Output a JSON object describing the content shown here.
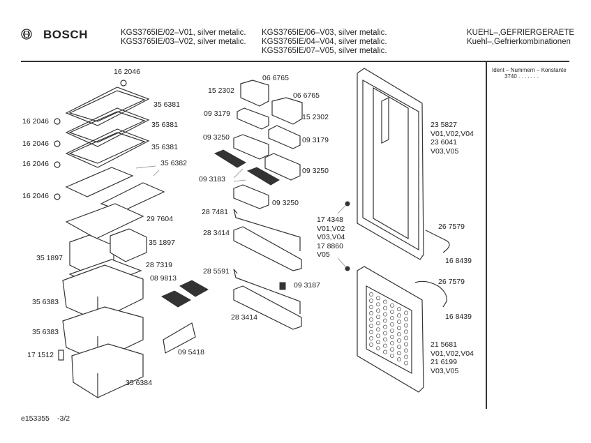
{
  "header": {
    "brand": "BOSCH",
    "models_col1": [
      "KGS3765IE/02–V01, silver metalic.",
      "KGS3765IE/03–V02, silver metalic."
    ],
    "models_col2": [
      "KGS3765IE/06–V03, silver metalic.",
      "KGS3765IE/04–V04, silver metalic.",
      "KGS3765IE/07–V05, silver metalic."
    ],
    "category": [
      "KUEHL–,GEFRIERGERAETE",
      "Kuehl–,Gefrierkombinationen"
    ]
  },
  "side_panel": {
    "title": "Ident – Nummern – Konstante",
    "value": "3740 . . . . . . ."
  },
  "footer": {
    "code": "e153355",
    "page": "-3/2"
  },
  "parts": {
    "shelf_support_top": "16 2046",
    "shelf_1": "35 6381",
    "shelf_2": "35 6381",
    "shelf_3": "35 6381",
    "support_1": "16 2046",
    "support_2": "16 2046",
    "support_3": "16 2046",
    "support_4": "16 2046",
    "shelf_split": "35 6382",
    "cover_plate": "29 7604",
    "small_box_right": "35 1897",
    "small_box_left": "35 1897",
    "frame": "28 7319",
    "crisper_1": "35 6383",
    "crisper_2": "35 6383",
    "clip": "17 1512",
    "crisper_bottom": "35 6384",
    "ice_tray": "08 9813",
    "plate": "09 5418",
    "screw_1": "06 6765",
    "screw_2": "06 6765",
    "lid_1": "15 2302",
    "lid_2": "15 2302",
    "butter_1": "09 3179",
    "butter_2": "09 3179",
    "tray_1": "09 3250",
    "tray_2": "09 3250",
    "tray_3": "09 3250",
    "egg_tray": "09 3183",
    "rail_1": "28 7481",
    "bottle_shelf_1": "28 3414",
    "rail_2": "28 5591",
    "slider": "09 3187",
    "bottle_shelf_2": "28 3414",
    "hinge_screw": [
      "17 4348",
      "V01,V02",
      "V03,V04",
      "17 8860",
      "V05"
    ],
    "fridge_door": [
      "23 5827",
      "V01,V02,V04",
      "23 6041",
      "V03,V05"
    ],
    "handle_1": "26 7579",
    "handle_cap_1": "16 8439",
    "handle_2": "26 7579",
    "handle_cap_2": "16 8439",
    "freezer_door": [
      "21 5681",
      "V01,V02,V04",
      "21 6199",
      "V03,V05"
    ]
  }
}
